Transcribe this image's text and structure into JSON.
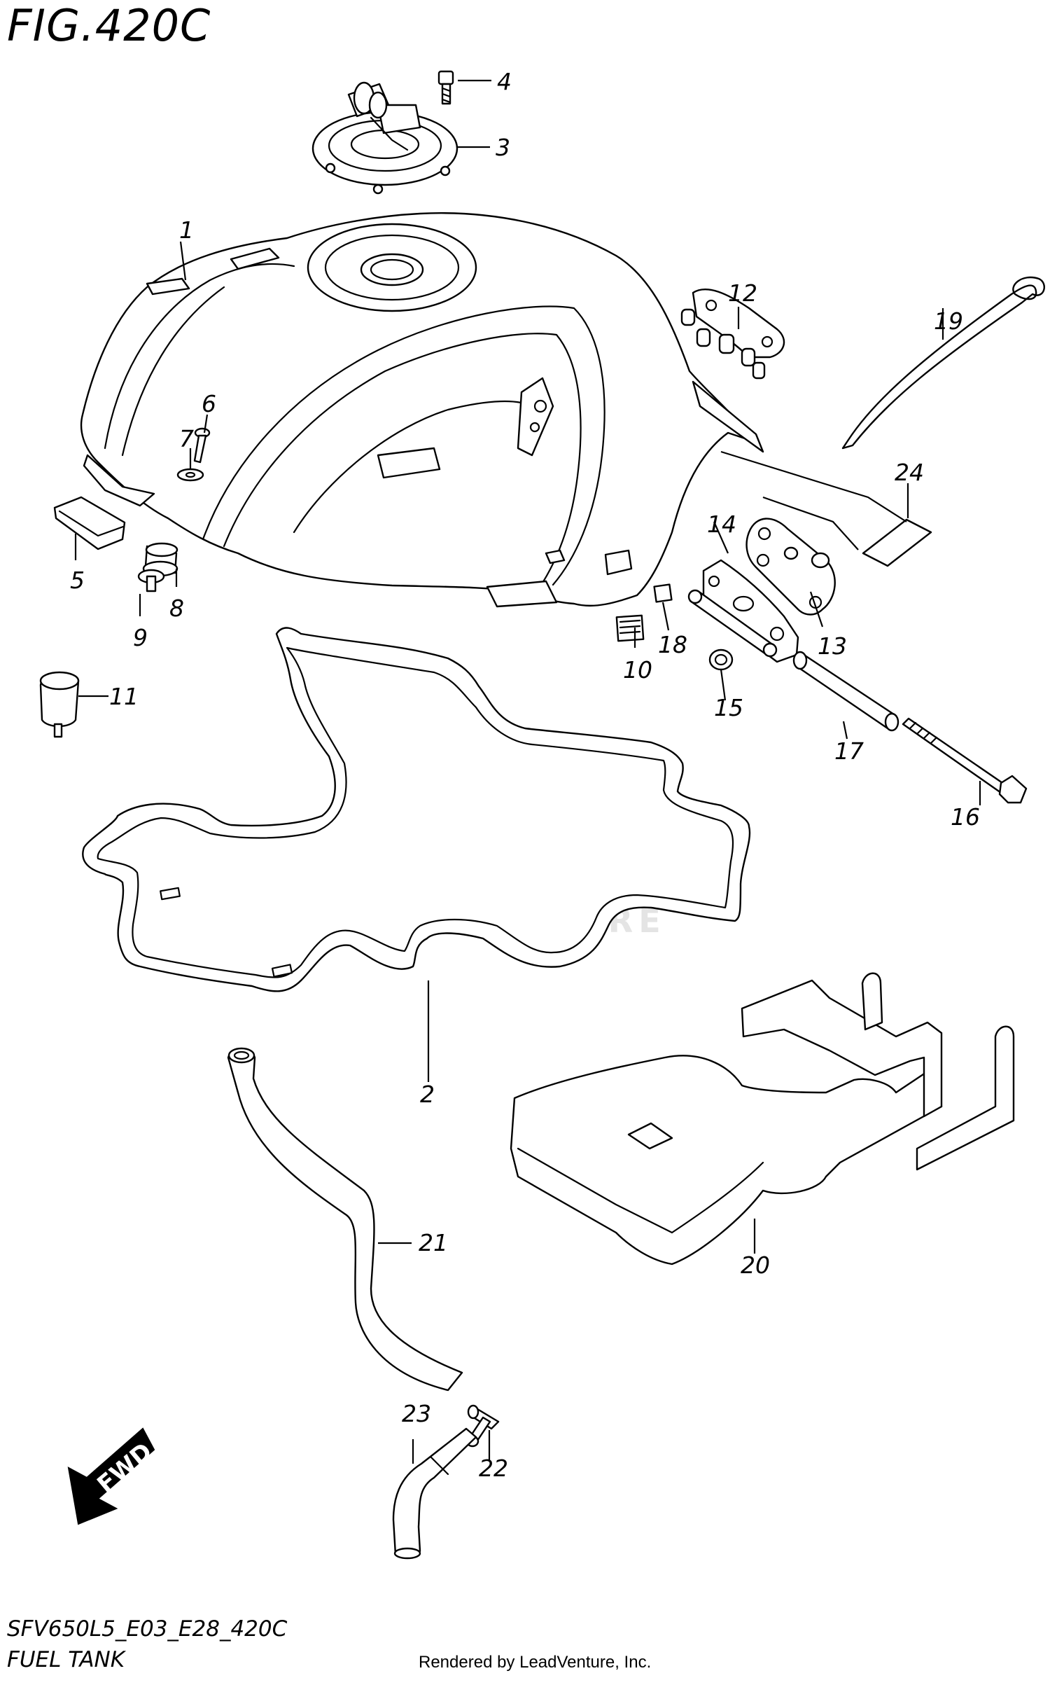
{
  "figure": {
    "title": "FIG.420C",
    "code": "SFV650L5_E03_E28_420C",
    "description": "FUEL TANK",
    "credit": "Rendered by LeadVenture, Inc.",
    "watermark": "LEADVENTURE",
    "fwd_label": "FWD"
  },
  "callouts": [
    "1",
    "2",
    "3",
    "4",
    "5",
    "6",
    "7",
    "8",
    "9",
    "10",
    "11",
    "12",
    "13",
    "14",
    "15",
    "16",
    "17",
    "18",
    "19",
    "20",
    "21",
    "22",
    "23",
    "24"
  ]
}
